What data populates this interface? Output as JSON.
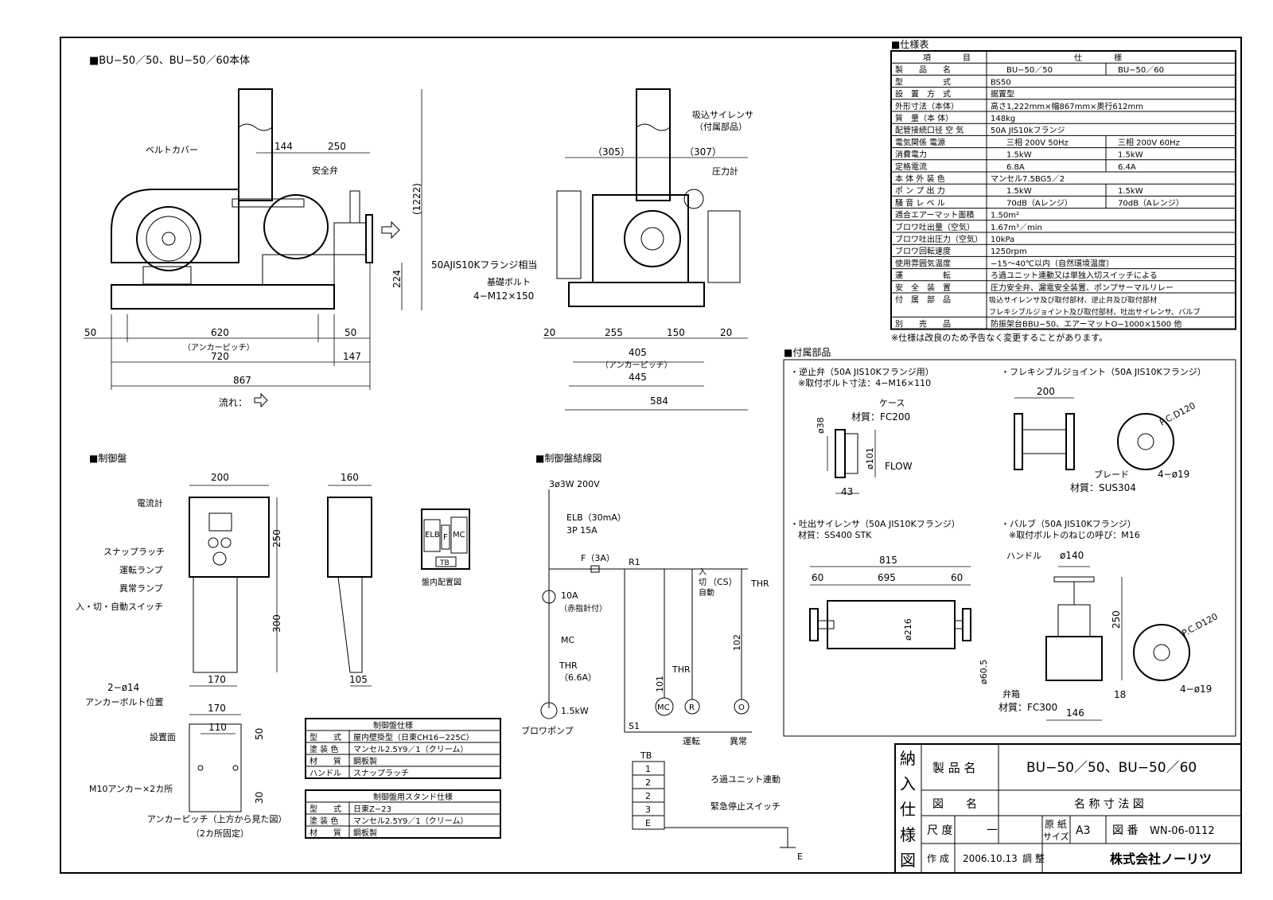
{
  "main_view": {
    "title": "■BU−50／50、BU−50／60本体",
    "belt_cover": "ベルトカバー",
    "safety_valve": "安全弁",
    "flange_note": "50AJIS10Kフランジ相当",
    "dims": {
      "d144": "144",
      "d250": "250",
      "d1222": "(1222)",
      "d224": "224",
      "d50a": "50",
      "d620": "620",
      "d50b": "50",
      "anchor_pitch": "（アンカーピッチ）",
      "d720": "720",
      "d147": "147",
      "d867": "867"
    },
    "flow": "流れ："
  },
  "side_view": {
    "intake_silencer": "吸込サイレンサ",
    "attached_part": "（付属部品）",
    "pressure_gauge": "圧力計",
    "base_bolt": "基礎ボルト",
    "base_bolt_size": "4−M12×150",
    "dims": {
      "d305": "（305）",
      "d307": "（307）",
      "d20a": "20",
      "d255": "255",
      "d150": "150",
      "d20b": "20",
      "d405": "405",
      "anchor_pitch": "（アンカーピッチ）",
      "d445": "445",
      "d584": "584"
    }
  },
  "spec_table": {
    "title": "■仕様表",
    "header": [
      "項　　　　目",
      "仕　　　　様"
    ],
    "rows": [
      [
        "製　　品　　名",
        "BU−50／50",
        "BU−50／60"
      ],
      [
        "型　　　　　式",
        "BS50"
      ],
      [
        "設　置　方　式",
        "据置型"
      ],
      [
        "外形寸法（本体）",
        "高さ1,222mm×幅867mm×奥行612mm"
      ],
      [
        "質　量（本 体）",
        "148kg"
      ],
      [
        "配管接続口径 空 気",
        "50A JIS10kフランジ"
      ],
      [
        "電気関係 電源",
        "三相 200V 50Hz",
        "三相 200V 60Hz"
      ],
      [
        "消費電力",
        "1.5kW",
        "1.5kW"
      ],
      [
        "定格電流",
        "6.8A",
        "6.4A"
      ],
      [
        "本 体 外 装 色",
        "マンセル7.5BG5／2"
      ],
      [
        "ポ ン プ 出 力",
        "1.5kW",
        "1.5kW"
      ],
      [
        "騒 音 レ ベ ル",
        "70dB（Aレンジ）",
        "70dB（Aレンジ）"
      ],
      [
        "適合エアーマット面積",
        "1.50m²"
      ],
      [
        "ブロワ吐出量（空気）",
        "1.67m³／min"
      ],
      [
        "ブロワ吐出圧力（空気）",
        "10kPa"
      ],
      [
        "ブロワ回転速度",
        "1250rpm"
      ],
      [
        "使用雰囲気温度",
        "−15〜40℃以内（自然環境温度）"
      ],
      [
        "運　　　　　転",
        "ろ過ユニット連動又は単独入切スイッチによる"
      ],
      [
        "安　全　装　置",
        "圧力安全弁、漏電安全装置、ポンプサーマルリレー"
      ],
      [
        "付　属　部　品",
        "吸込サイレンサ及び取付部材、逆止弁及び取付部材",
        "フレキシブルジョイント及び取付部材、吐出サイレンサ、バルブ"
      ],
      [
        "別　　売　　品",
        "防振架台BBU−50、エアーマットO−1000×1500 他"
      ]
    ],
    "note": "※仕様は改良のため予告なく変更することがあります。"
  },
  "accessories": {
    "title": "■付属部品",
    "check_valve": {
      "title": "・逆止弁（50A JIS10Kフランジ用）",
      "note": "※取付ボルト寸法：4−M16×110",
      "case": "ケース",
      "material": "材質：FC200",
      "d38": "ø38",
      "d101": "ø101",
      "d43": "43",
      "flow": "FLOW"
    },
    "flex_joint": {
      "title": "・フレキシブルジョイント（50A JIS10Kフランジ）",
      "d200": "200",
      "pcd": "P.C.D120",
      "braid": "ブレード",
      "material": "材質：SUS304",
      "holes": "4−ø19"
    },
    "silencer": {
      "title": "・吐出サイレンサ（50A JIS10Kフランジ）",
      "material": "材質：SS400 STK",
      "d815": "815",
      "d60a": "60",
      "d695": "695",
      "d60b": "60",
      "d216": "ø216",
      "d605": "ø60.5"
    },
    "valve": {
      "title": "・バルブ（50A JIS10Kフランジ）",
      "note": "※取付ボルトのねじの呼び：M16",
      "handle": "ハンドル",
      "d140": "ø140",
      "d250": "250",
      "pcd": "P.C.D120",
      "holes": "4−ø19",
      "d18": "18",
      "case": "弁箱",
      "material": "材質：FC300",
      "d146": "146"
    }
  },
  "control_panel": {
    "title": "■制御盤",
    "ammeter": "電流計",
    "snap_latch": "スナップラッチ",
    "run_lamp": "運転ランプ",
    "alarm_lamp": "異常ランプ",
    "switch": "入・切・自動スイッチ",
    "anchor_bolt": "2−ø14",
    "anchor_pos": "アンカーボルト位置",
    "install_face": "設置面",
    "m10": "M10アンカー×2カ所",
    "pitch_note": "アンカーピッチ（上方から見た図）",
    "fixed": "（2カ所固定）",
    "dims": {
      "d200": "200",
      "d250": "250",
      "d300": "300",
      "d170": "170",
      "d160": "160",
      "d105": "105",
      "d170b": "170",
      "d110": "110",
      "d50": "50",
      "d30": "30"
    },
    "layout_label": "盤内配置図",
    "elb": "ELB",
    "f": "F",
    "mc": "MC",
    "tb": "TB"
  },
  "panel_spec": {
    "title": "制御盤仕様",
    "rows": [
      [
        "型　　式",
        "屋内壁掛型（日東CH16−225C）"
      ],
      [
        "塗 装 色",
        "マンセル2.5Y9／1（クリーム）"
      ],
      [
        "材　　質",
        "鋼板製"
      ],
      [
        "ハンドル",
        "スナップラッチ"
      ]
    ]
  },
  "stand_spec": {
    "title": "制御盤用スタンド仕様",
    "rows": [
      [
        "型　　式",
        "日東Z−23"
      ],
      [
        "塗 装 色",
        "マンセル2.5Y9／1（クリーム）"
      ],
      [
        "材　　質",
        "鋼板製"
      ]
    ]
  },
  "wiring": {
    "title": "■制御盤結線図",
    "supply": "3ø3W 200V",
    "elb": "ELB（30mA）",
    "elb2": "3P 15A",
    "fuse": "F（3A）",
    "r1": "R1",
    "s1": "S1",
    "amm": "10A",
    "amm2": "（赤指針付）",
    "mc": "MC",
    "thr": "THR",
    "thr2": "（6.6A）",
    "motor": "1.5kW",
    "pump": "ブロワポンプ",
    "cs": "（CS）",
    "cs_in": "入",
    "cs_off": "切",
    "cs_auto": "自動",
    "thr_r": "THR",
    "n102": "102",
    "n101": "101",
    "run": "運転",
    "alarm": "異常",
    "lamp_r": "R",
    "lamp_o": "O",
    "coil": "MC",
    "tb": "TB",
    "terminals": [
      "1",
      "2",
      "2",
      "3",
      "E"
    ],
    "filter_link": "ろ過ユニット連動",
    "emergency": "緊急停止スイッチ",
    "earth": "E"
  },
  "title_block": {
    "vertical": [
      "納",
      "入",
      "仕",
      "様",
      "図"
    ],
    "product_label": "製 品 名",
    "product": "BU−50／50、BU−50／60",
    "drawing_label": "図　　名",
    "drawing_name": "名 称 寸 法 図",
    "scale_label": "尺 度",
    "scale": "一",
    "paper_label1": "原 紙",
    "paper_label2": "サイズ",
    "paper": "A3",
    "drawing_no_label": "図 番",
    "drawing_no": "WN-06-0112",
    "made_label": "作 成",
    "date": "2006.10.13",
    "adjust_label": "調 整",
    "company": "株式会社ノーリツ"
  }
}
